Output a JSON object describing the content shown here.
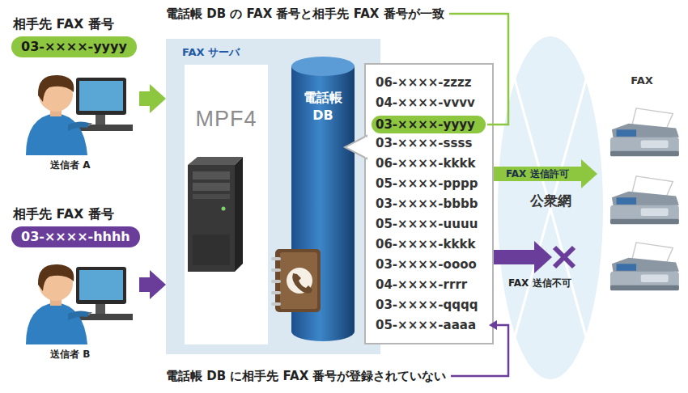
{
  "diagram": {
    "nodes": [
      {
        "text": [
          "相手先 FAX 番号",
          "03-××××-yyyy"
        ]
      },
      {
        "text": [
          "相手先 FAX 番号",
          "03-××××-hhhh"
        ]
      },
      {
        "text": [
          "FAX サーバ"
        ]
      },
      {
        "text": [
          "MPF4"
        ],
        "in": 2
      },
      {
        "text": [
          "電話帳 DB"
        ],
        "in": 2
      },
      {
        "text": [
          "06-××××-zzzz",
          "04-××××-vvvv",
          "03-××××-ssss",
          "06-××××-kkkk",
          "05-××××-pppp",
          "03-××××-bbbb",
          "05-××××-uuuu",
          "06-××××-kkkk",
          "03-××××-oooo",
          "04-××××-rrrr",
          "03-××××-qqqq",
          "05-××××-aaaa"
        ]
      },
      {
        "text": [
          "03-××××-yyyy"
        ],
        "in": 5
      },
      {
        "text": [
          "公衆網"
        ]
      },
      {
        "text": [
          "FAX"
        ]
      }
    ],
    "edges": [
      {
        "from": 0,
        "to": 2,
        "arrow": "to"
      },
      {
        "from": 1,
        "to": 2,
        "arrow": "to"
      },
      {
        "from": 5,
        "to": 8,
        "label": "FAX 送信許可",
        "arrow": "to"
      }
    ],
    "labels": [
      "電話帳 DB の FAX 番号と相手先 FAX 番号が一致",
      "送信者 A",
      "送信者 B",
      "FAX 送信不可",
      "電話帳 DB に相手先 FAX 番号が登録されていない"
    ]
  }
}
